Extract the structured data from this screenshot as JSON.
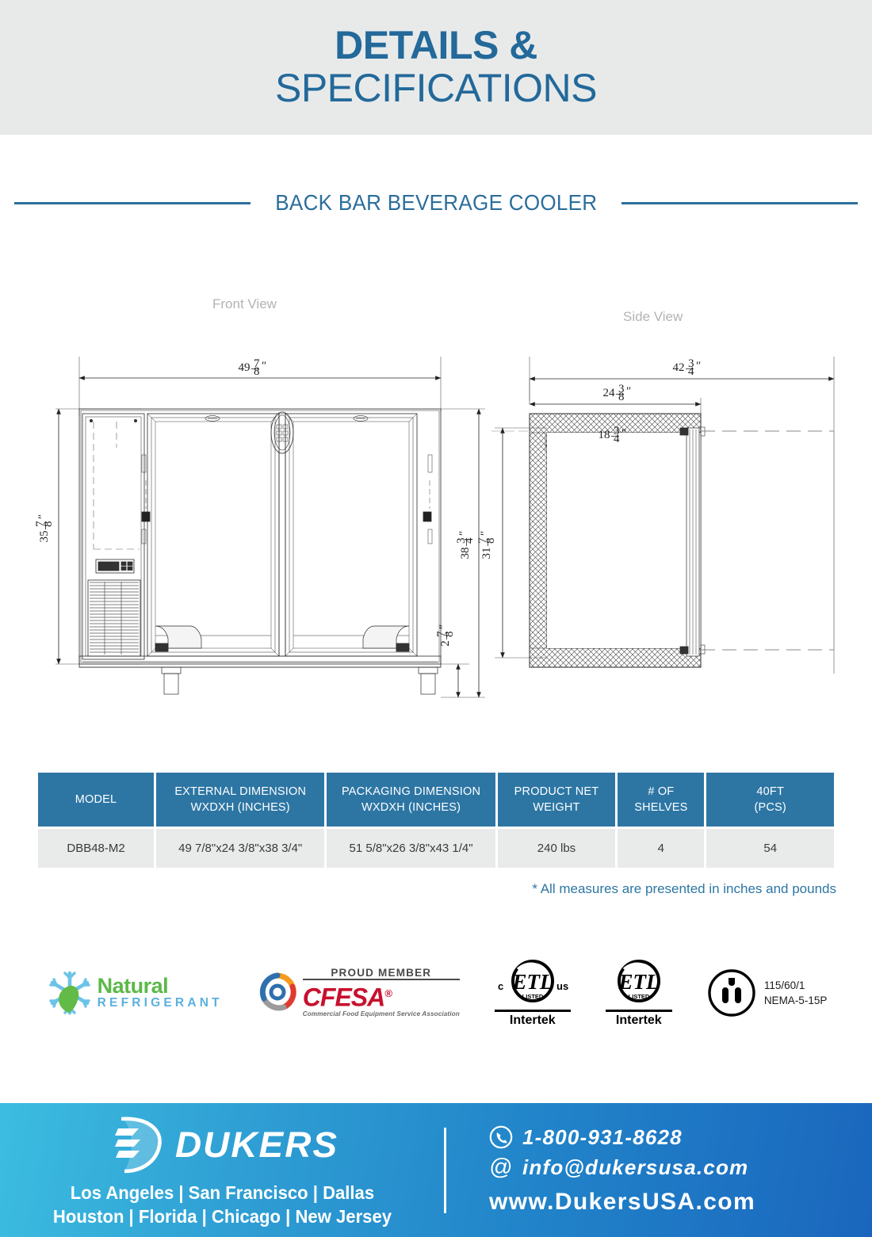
{
  "header": {
    "title_line1": "DETAILS &",
    "title_line2": "SPECIFICATIONS",
    "accent_color": "#23699a"
  },
  "section": {
    "title": "BACK BAR BEVERAGE COOLER",
    "rule_color": "#2c6e9b"
  },
  "drawing": {
    "front_view_label": "Front View",
    "side_view_label": "Side View",
    "front_dimensions": {
      "overall_width": {
        "whole": "49",
        "num": "7",
        "den": "8",
        "unit": "″"
      },
      "cabinet_height": {
        "whole": "35",
        "num": "7",
        "den": "8",
        "unit": "″"
      },
      "overall_height": {
        "whole": "38",
        "num": "3",
        "den": "4",
        "unit": "″"
      },
      "leg_height": {
        "whole": "2",
        "num": "7",
        "den": "8",
        "unit": "″"
      }
    },
    "side_dimensions": {
      "depth_with_door_open": {
        "whole": "42",
        "num": "3",
        "den": "4",
        "unit": "″"
      },
      "overall_depth": {
        "whole": "24",
        "num": "3",
        "den": "8",
        "unit": "″"
      },
      "interior_depth": {
        "whole": "18",
        "num": "3",
        "den": "4",
        "unit": "″"
      },
      "interior_height": {
        "whole": "31",
        "num": "7",
        "den": "8",
        "unit": "″"
      }
    }
  },
  "spec_table": {
    "headers": [
      "MODEL",
      "EXTERNAL DIMENSION\nWXDXH (INCHES)",
      "PACKAGING DIMENSION\nWXDXH (INCHES)",
      "PRODUCT NET\nWEIGHT",
      "# OF\nSHELVES",
      "40FT\n(PCS)"
    ],
    "header_lines": [
      [
        "MODEL",
        ""
      ],
      [
        "EXTERNAL DIMENSION",
        "WXDXH (INCHES)"
      ],
      [
        "PACKAGING DIMENSION",
        "WXDXH (INCHES)"
      ],
      [
        "PRODUCT NET",
        "WEIGHT"
      ],
      [
        "# OF",
        "SHELVES"
      ],
      [
        "40FT",
        "(PCS)"
      ]
    ],
    "rows": [
      {
        "model": "DBB48-M2",
        "external_dimension": "49 7/8\"x24 3/8\"x38 3/4\"",
        "packaging_dimension": "51 5/8\"x26 3/8\"x43 1/4\"",
        "net_weight": "240 lbs",
        "shelves": "4",
        "forty_ft_pcs": "54"
      }
    ],
    "header_bg": "#2d76a4",
    "row_bg": "#e9eaea"
  },
  "footnote": "* All measures are presented in inches and pounds",
  "certifications": {
    "natural_refrigerant": {
      "line1": "Natural",
      "line2": "REFRIGERANT"
    },
    "cfesa": {
      "proud_member": "PROUD MEMBER",
      "acronym": "CFESA",
      "registered": "®",
      "full_name": "Commercial Food Equipment Service Association"
    },
    "etl_cus": {
      "mark": "ETL",
      "listed": "LISTED",
      "prefix": "c",
      "suffix": "us",
      "company": "Intertek"
    },
    "etl": {
      "mark": "ETL",
      "listed": "LISTED",
      "company": "Intertek"
    },
    "electrical": {
      "line1": "115/60/1",
      "line2": "NEMA-5-15P"
    }
  },
  "footer": {
    "brand": "DUKERS",
    "cities_line1": "Los Angeles | San Francisco | Dallas",
    "cities_line2": "Houston | Florida | Chicago | New Jersey",
    "phone": "1-800-931-8628",
    "email": "info@dukersusa.com",
    "website": "www.DukersUSA.com"
  }
}
